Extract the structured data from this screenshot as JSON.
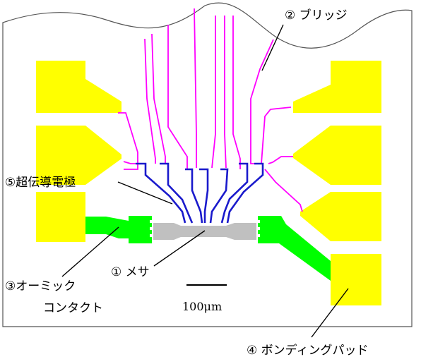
{
  "colors": {
    "pad": "#ffff00",
    "ohmic": "#00ff00",
    "mesa": "#c0c0c0",
    "bridge": "#ff00ff",
    "superconductor": "#1a1acc",
    "outline": "#555555",
    "leader": "#000000"
  },
  "labels": {
    "bridge": "② ブリッジ",
    "superconducting_electrode": "⑤超伝導電極",
    "ohmic_line1": "③オーミック",
    "ohmic_line2": "コンタクト",
    "mesa": "① メサ",
    "bonding_pad": "④ ボンディングパッド"
  },
  "scale_bar": {
    "text": "100μm"
  }
}
